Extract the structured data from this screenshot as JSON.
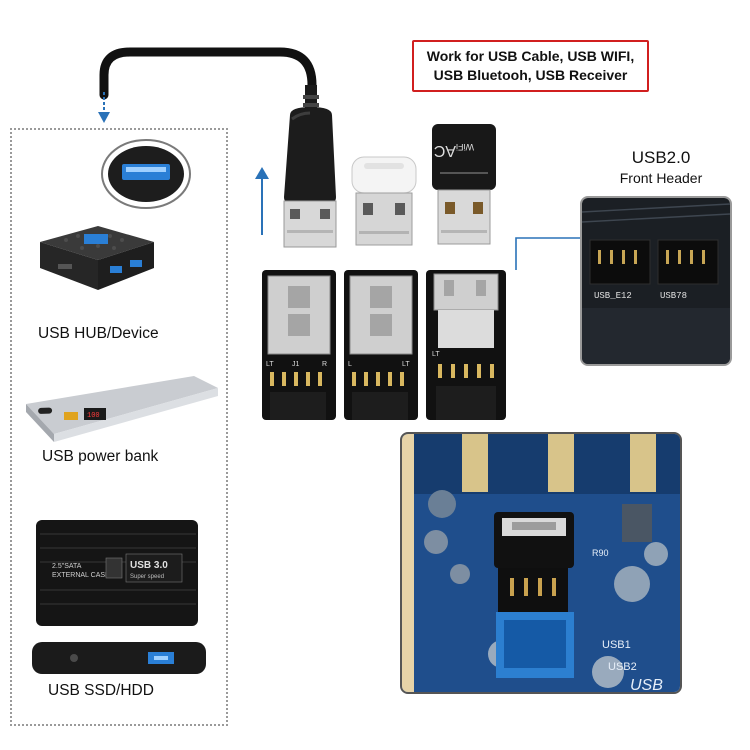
{
  "callout": {
    "line1": "Work for USB Cable, USB WIFI,",
    "line2": "USB Bluetooh, USB Receiver"
  },
  "header": {
    "title": "USB2.0",
    "subtitle": "Front Header",
    "label_left": "USB_E12",
    "label_right": "USB78"
  },
  "devices": {
    "hub": "USB HUB/Device",
    "powerbank": "USB power bank",
    "ssd": "USB SSD/HDD"
  },
  "product_text": {
    "wifi_brand": "WiFi",
    "wifi_ac": "AC",
    "case_line1": "2.5\"SATA",
    "case_line2": "EXTERNAL CASE",
    "case_badge": "USB 3.0",
    "case_badge_sub": "Super speed",
    "adapter1_left": "LT",
    "adapter1_mid": "J1",
    "adapter1_right": "R",
    "adapter2_left": "L",
    "adapter2_right": "LT",
    "adapter3_left": "LT",
    "board_usb1": "USB1",
    "board_usb2": "USB2",
    "board_usb": "USB",
    "board_r90": "R90"
  },
  "colors": {
    "arrow_blue": "#2a72b8",
    "callout_border": "#d11f1f",
    "pcb_blue": "#1f4e8c",
    "pcb_header_blue": "#2c7fd0"
  }
}
